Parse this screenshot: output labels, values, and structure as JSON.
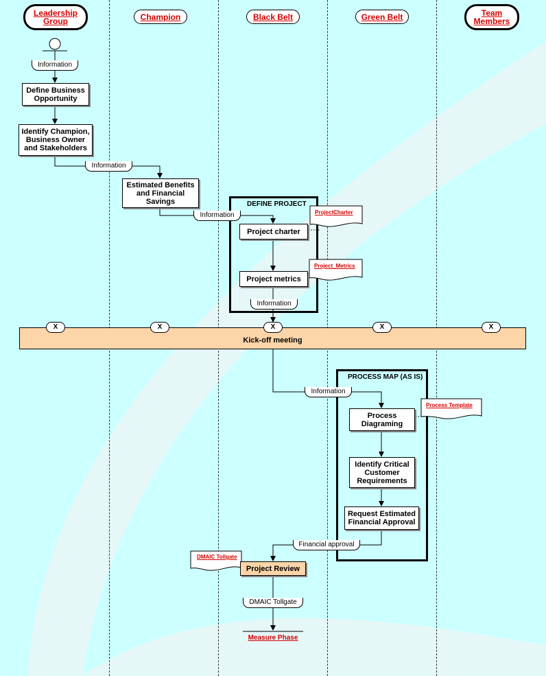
{
  "lanes": {
    "leadership": "Leadership Group",
    "champion": "Champion",
    "black_belt": "Black Belt",
    "green_belt": "Green Belt",
    "team": "Team Members"
  },
  "steps": {
    "define_business": "Define Business Opportunity",
    "identify_champion": "Identify Champion, Business Owner and Stakeholders",
    "estimated_benefits": "Estimated Benefits and Financial Savings",
    "project_charter": "Project charter",
    "project_metrics": "Project metrics",
    "process_diagraming": "Process Diagraming",
    "identify_ctcr": "Identify Critical Customer Requirements",
    "request_approval": "Request Estimated Financial Approval",
    "project_review": "Project Review"
  },
  "groups": {
    "define_project": "DEFINE PROJECT",
    "process_map": "PROCESS MAP (AS IS)"
  },
  "kickoff": {
    "label": "Kick-off meeting",
    "marker": "X"
  },
  "flow_labels": {
    "information": "Information",
    "financial_approval": "Financial approval",
    "dmaic_tollgate": "DMAIC Tollgate"
  },
  "documents": {
    "project_charter": "ProjectCharter",
    "project_metrics": "Project_Metrics",
    "process_template": "Process Template",
    "dmaic_tollgate": "DMAIC Tollgate"
  },
  "end": "Measure Phase",
  "colors": {
    "background": "#ccffff",
    "link_red": "#d40000",
    "orange_fill": "#fdd5a8"
  }
}
